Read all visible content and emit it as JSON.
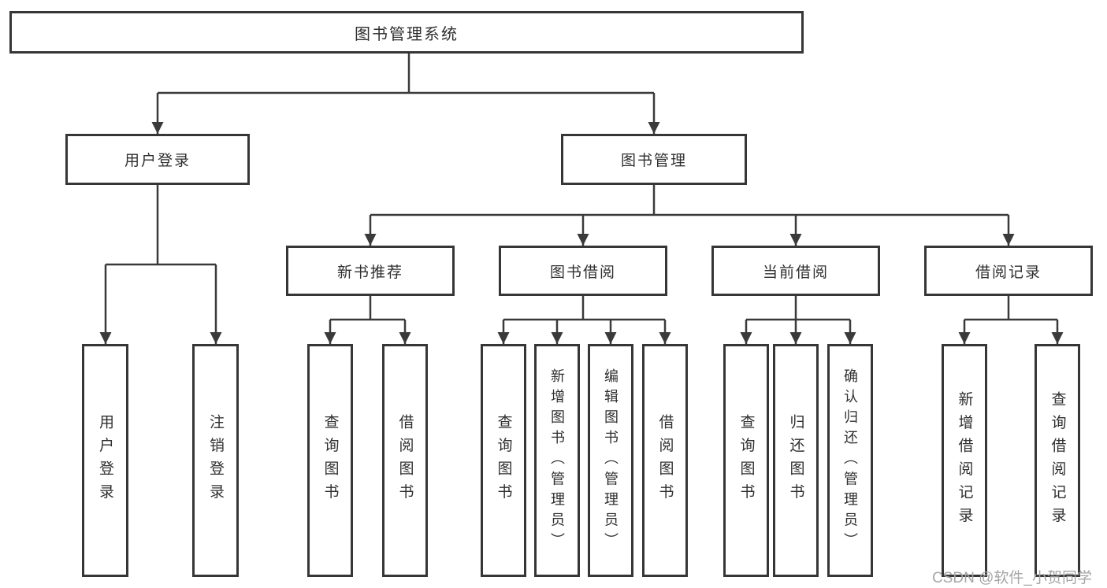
{
  "diagram": {
    "title": "图书管理系统",
    "level2": [
      "用户登录",
      "图书管理"
    ],
    "level3": [
      "新书推荐",
      "图书借阅",
      "当前借阅",
      "借阅记录"
    ],
    "leaves": [
      "用户登录",
      "注销登录",
      "查询图书",
      "借阅图书",
      "查询图书",
      "新增图书（管理员）",
      "编辑图书（管理员）",
      "借阅图书",
      "查询图书",
      "归还图书",
      "确认归还（管理员）",
      "新增借阅记录",
      "查询借阅记录"
    ]
  },
  "watermark": "CSDN @软件_小贺同学",
  "colors": {
    "line": "#3a3a3a",
    "text": "#2f2f2f",
    "watermark": "#a6a6a6",
    "background": "#ffffff"
  }
}
